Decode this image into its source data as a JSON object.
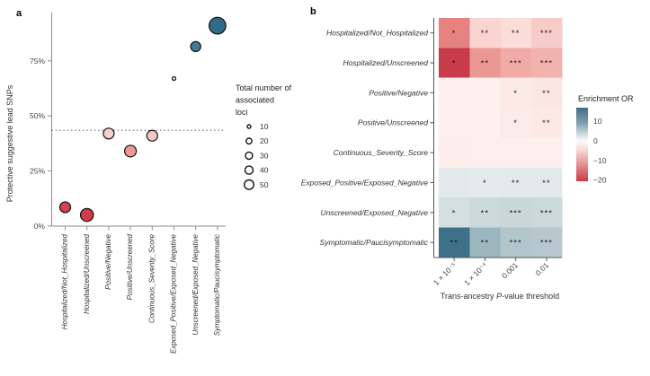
{
  "figure": {
    "panel_a_label": "a",
    "panel_b_label": "b"
  },
  "chart_data": [
    {
      "type": "scatter",
      "panel": "a",
      "title": "",
      "xlabel": "",
      "ylabel": "Protective suggestive lead SNPs",
      "ylim": [
        0,
        100
      ],
      "y_unit": "percent",
      "y_tick_labels": [
        "0%",
        "25%",
        "50%",
        "75%"
      ],
      "y_tick_values": [
        0,
        25,
        50,
        75
      ],
      "reference_line_pct": 43.5,
      "categories": [
        "Hospitalized/Not_Hospitalized",
        "Hospitalized/Unscreened",
        "Positive/Negative",
        "Positive/Unscreened",
        "Continuous_Severity_Score",
        "Exposed_Positive/Exposed_Negative",
        "Unscreened/Exposed_Negative",
        "Symptomatic/Paucisymptomatic"
      ],
      "points": [
        {
          "category": "Hospitalized/Not_Hospitalized",
          "pct": 8.5,
          "loci_est": 30,
          "radius": 6.0,
          "color": "#d5414f"
        },
        {
          "category": "Hospitalized/Unscreened",
          "pct": 5.0,
          "loci_est": 45,
          "radius": 7.2,
          "color": "#d03c4b"
        },
        {
          "category": "Positive/Negative",
          "pct": 42.0,
          "loci_est": 30,
          "radius": 6.0,
          "color": "#f6cfcb"
        },
        {
          "category": "Positive/Unscreened",
          "pct": 34.0,
          "loci_est": 35,
          "radius": 6.5,
          "color": "#ee9a94"
        },
        {
          "category": "Continuous_Severity_Score",
          "pct": 41.0,
          "loci_est": 30,
          "radius": 6.0,
          "color": "#f5c6c2"
        },
        {
          "category": "Exposed_Positive/Exposed_Negative",
          "pct": 67.0,
          "loci_est": 5,
          "radius": 2.0,
          "color": "#e8eef0"
        },
        {
          "category": "Unscreened/Exposed_Negative",
          "pct": 81.5,
          "loci_est": 30,
          "radius": 5.6,
          "color": "#417c95"
        },
        {
          "category": "Symptomatic/Paucisymptomatic",
          "pct": 91.0,
          "loci_est": 55,
          "radius": 9.3,
          "color": "#2f6c87"
        }
      ],
      "size_legend": {
        "title_lines": [
          "Total number of",
          "associated",
          "loci"
        ],
        "values": [
          "10",
          "20",
          "30",
          "40",
          "50"
        ]
      }
    },
    {
      "type": "heatmap",
      "panel": "b",
      "rows": [
        "Hospitalized/Not_Hospitalized",
        "Hospitalized/Unscreened",
        "Positive/Negative",
        "Positive/Unscreened",
        "Continuous_Severity_Score",
        "Exposed_Positive/Exposed_Negative",
        "Unscreened/Exposed_Negative",
        "Symptomatic/Paucisymptomatic"
      ],
      "columns": [
        "1 × 10⁻⁵",
        "1 × 10⁻⁴",
        "0.001",
        "0.01"
      ],
      "xlabel_parts": [
        "Trans-ancestry ",
        "P",
        "-value threshold"
      ],
      "cells": [
        [
          {
            "or_est": -12,
            "sig": "*",
            "color": "#e5827f"
          },
          {
            "or_est": -4,
            "sig": "**",
            "color": "#f9d4d1"
          },
          {
            "or_est": -3.5,
            "sig": "**",
            "color": "#fadcd8"
          },
          {
            "or_est": -5,
            "sig": "***",
            "color": "#f7cbc8"
          }
        ],
        [
          {
            "or_est": -21,
            "sig": "*",
            "color": "#c83b4b"
          },
          {
            "or_est": -9,
            "sig": "**",
            "color": "#eb9793"
          },
          {
            "or_est": -7.5,
            "sig": "***",
            "color": "#f0aba7"
          },
          {
            "or_est": -7,
            "sig": "***",
            "color": "#f2b3af"
          }
        ],
        [
          {
            "or_est": -1.5,
            "sig": "",
            "color": "#fdf1ef"
          },
          {
            "or_est": -1.5,
            "sig": "",
            "color": "#fdf1ef"
          },
          {
            "or_est": -2.5,
            "sig": "*",
            "color": "#fceae7"
          },
          {
            "or_est": -3,
            "sig": "**",
            "color": "#fbe6e3"
          }
        ],
        [
          {
            "or_est": -1.5,
            "sig": "",
            "color": "#fdf0ee"
          },
          {
            "or_est": -1.5,
            "sig": "",
            "color": "#fdf0ee"
          },
          {
            "or_est": -2.5,
            "sig": "*",
            "color": "#fcebe8"
          },
          {
            "or_est": -2.5,
            "sig": "**",
            "color": "#fce9e6"
          }
        ],
        [
          {
            "or_est": -2,
            "sig": "",
            "color": "#fdeeec"
          },
          {
            "or_est": -1.8,
            "sig": "",
            "color": "#fdefed"
          },
          {
            "or_est": -1.8,
            "sig": "",
            "color": "#fdefed"
          },
          {
            "or_est": -1.8,
            "sig": "",
            "color": "#fdefed"
          }
        ],
        [
          {
            "or_est": 2.5,
            "sig": "",
            "color": "#e1e9eb"
          },
          {
            "or_est": 2.3,
            "sig": "*",
            "color": "#e4ebed"
          },
          {
            "or_est": 2.5,
            "sig": "**",
            "color": "#e3eaec"
          },
          {
            "or_est": 2.7,
            "sig": "**",
            "color": "#e2e9eb"
          }
        ],
        [
          {
            "or_est": 4.5,
            "sig": "*",
            "color": "#d3dee2"
          },
          {
            "or_est": 5.5,
            "sig": "**",
            "color": "#ccd9dd"
          },
          {
            "or_est": 6,
            "sig": "***",
            "color": "#c9d6da"
          },
          {
            "or_est": 5.8,
            "sig": "***",
            "color": "#cbd8dc"
          }
        ],
        [
          {
            "or_est": 14,
            "sig": "**",
            "color": "#3e7187"
          },
          {
            "or_est": 7.5,
            "sig": "**",
            "color": "#9cb6c0"
          },
          {
            "or_est": 6,
            "sig": "***",
            "color": "#b2c5cb"
          },
          {
            "or_est": 5.7,
            "sig": "***",
            "color": "#b6c8ce"
          }
        ]
      ],
      "colorbar": {
        "title": "Enrichment OR",
        "tick_labels": [
          "10",
          "0",
          "−10",
          "−20"
        ],
        "tick_values": [
          10,
          0,
          -10,
          -20
        ],
        "max_color": "#3f6e88",
        "mid_color": "#ffffff",
        "min_color": "#c73c4c"
      }
    }
  ]
}
